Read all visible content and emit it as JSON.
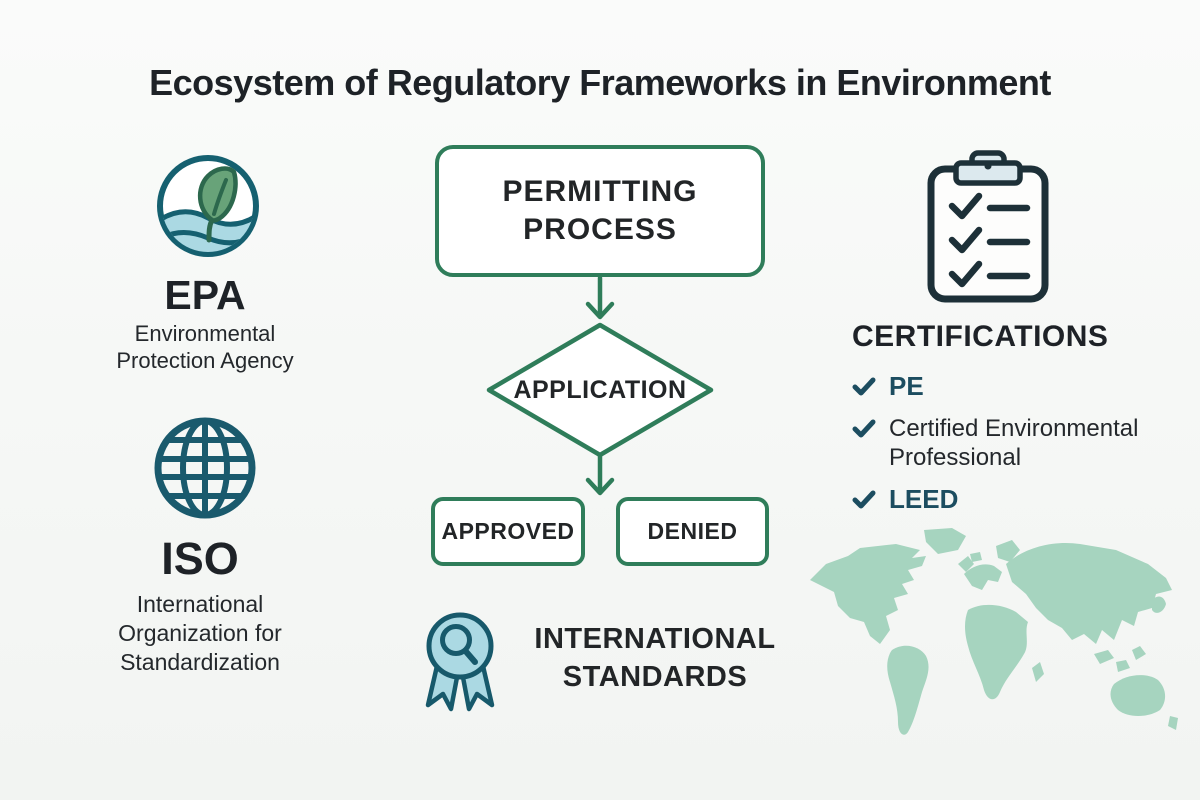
{
  "title": "Ecosystem of Regulatory Frameworks in Environment",
  "colors": {
    "background": "#f7f8f6",
    "flow_green": "#2f7d5a",
    "icon_teal": "#1a5a6d",
    "light_blue": "#abd9e3",
    "leaf_green": "#68a379",
    "map_green": "#a6d4bf",
    "text_dark": "#212529",
    "cert_accent_text": "#1c4d60",
    "clipboard_dark": "#1d3038",
    "clip_blue": "#dce9ee"
  },
  "left_column": {
    "epa": {
      "icon": "epa-leaf-water-icon",
      "acronym": "EPA",
      "name_lines": [
        "Environmental",
        "Protection Agency"
      ]
    },
    "iso": {
      "icon": "globe-icon",
      "acronym": "ISO",
      "name_lines": [
        "International",
        "Organization for",
        "Standardization"
      ]
    }
  },
  "flowchart": {
    "start_label": "PERMITTING PROCESS",
    "decision_label": "APPLICATION",
    "approved_label": "APPROVED",
    "denied_label": "DENIED"
  },
  "standards": {
    "icon": "award-ribbon-magnifier-icon",
    "label_lines": [
      "INTERNATIONAL",
      "STANDARDS"
    ]
  },
  "certifications": {
    "icon": "clipboard-checklist-icon",
    "heading": "CERTIFICATIONS",
    "items": [
      {
        "label": "PE",
        "accent": true
      },
      {
        "label": "Certified Environmental Professional",
        "accent": false
      },
      {
        "label": "LEED",
        "accent": true
      }
    ]
  },
  "world_map": {
    "icon": "world-map-silhouette"
  }
}
